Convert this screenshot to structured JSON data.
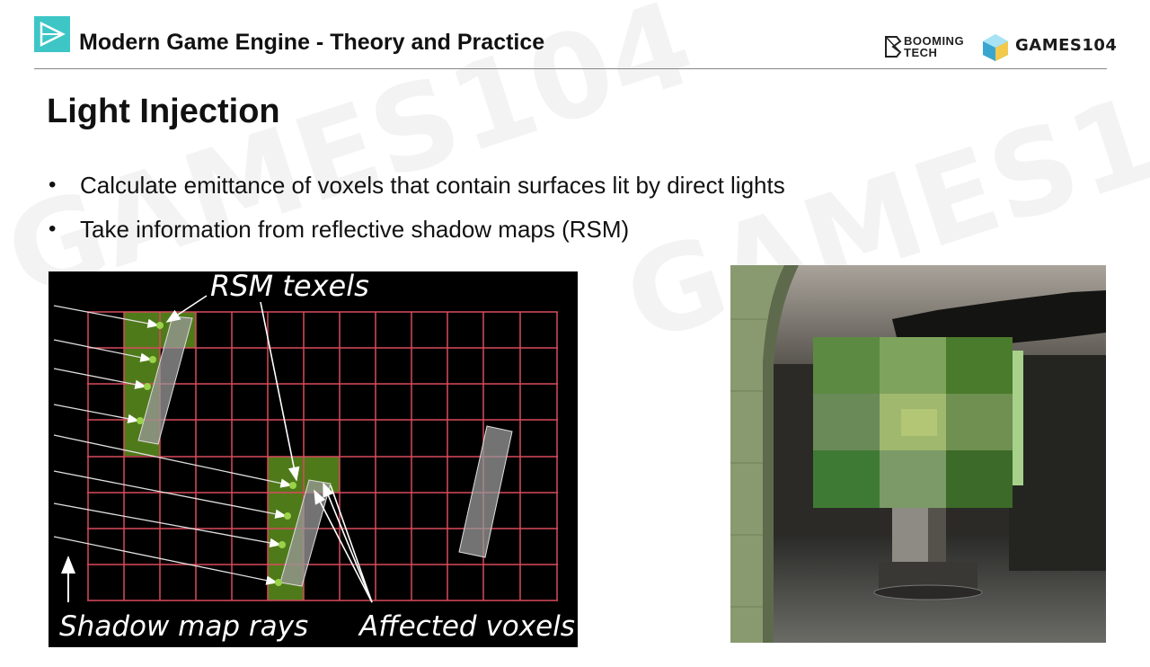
{
  "header": {
    "title": "Modern Game Engine - Theory and Practice",
    "booming_logo": "BOOMING TECH",
    "booming_line1": "BOOMING",
    "booming_line2": "TECH",
    "games_logo": "GAMES104"
  },
  "slide": {
    "title": "Light Injection",
    "bullets": [
      "Calculate emittance of voxels that contain surfaces lit by direct lights",
      "Take information from reflective shadow maps (RSM)"
    ]
  },
  "figure_left": {
    "label_rsm_texels": "RSM texels",
    "label_shadow_rays": "Shadow map rays",
    "label_affected_voxels": "Affected voxels"
  },
  "watermark_text": "GAMES104",
  "colors": {
    "grid": "#d94a5c",
    "voxel_fill": "#4f7a1a",
    "texel_dot": "#9ad34a"
  }
}
